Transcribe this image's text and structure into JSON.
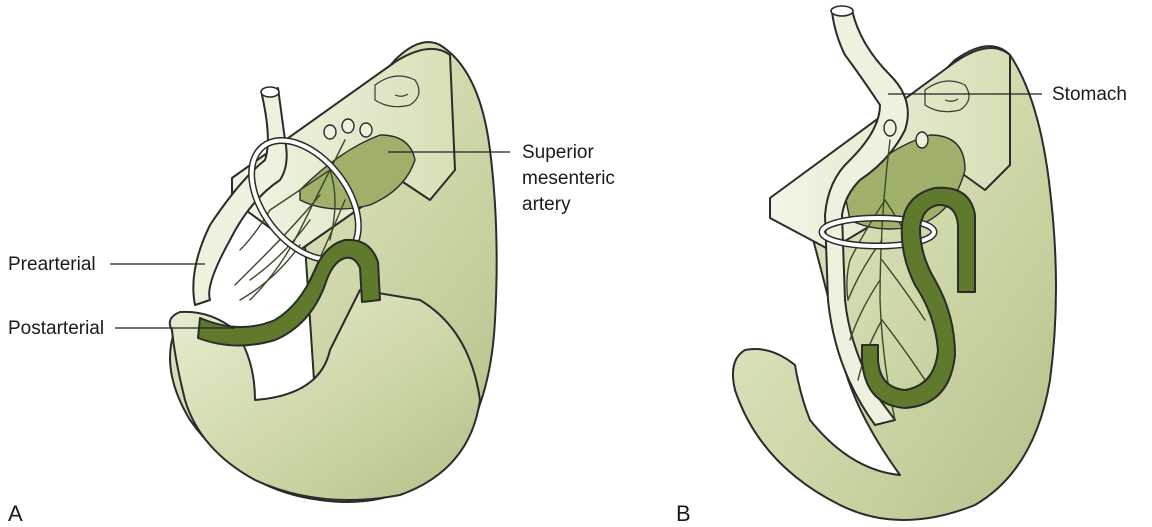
{
  "panels": [
    {
      "letter": "A",
      "labels": {
        "superior_mesenteric_artery": [
          "Superior",
          "mesenteric",
          "artery"
        ],
        "prearterial": "Prearterial",
        "postarterial": "Postarterial"
      }
    },
    {
      "letter": "B",
      "labels": {
        "stomach": "Stomach"
      }
    }
  ],
  "colors": {
    "body_fill_light": "#dfe6c4",
    "body_fill_dark": "#aebb82",
    "cavity": "#9fb06a",
    "gut_pale": "#eef1de",
    "postarterial_loop": "#5f7a2c",
    "outline": "#2b2b2b"
  }
}
